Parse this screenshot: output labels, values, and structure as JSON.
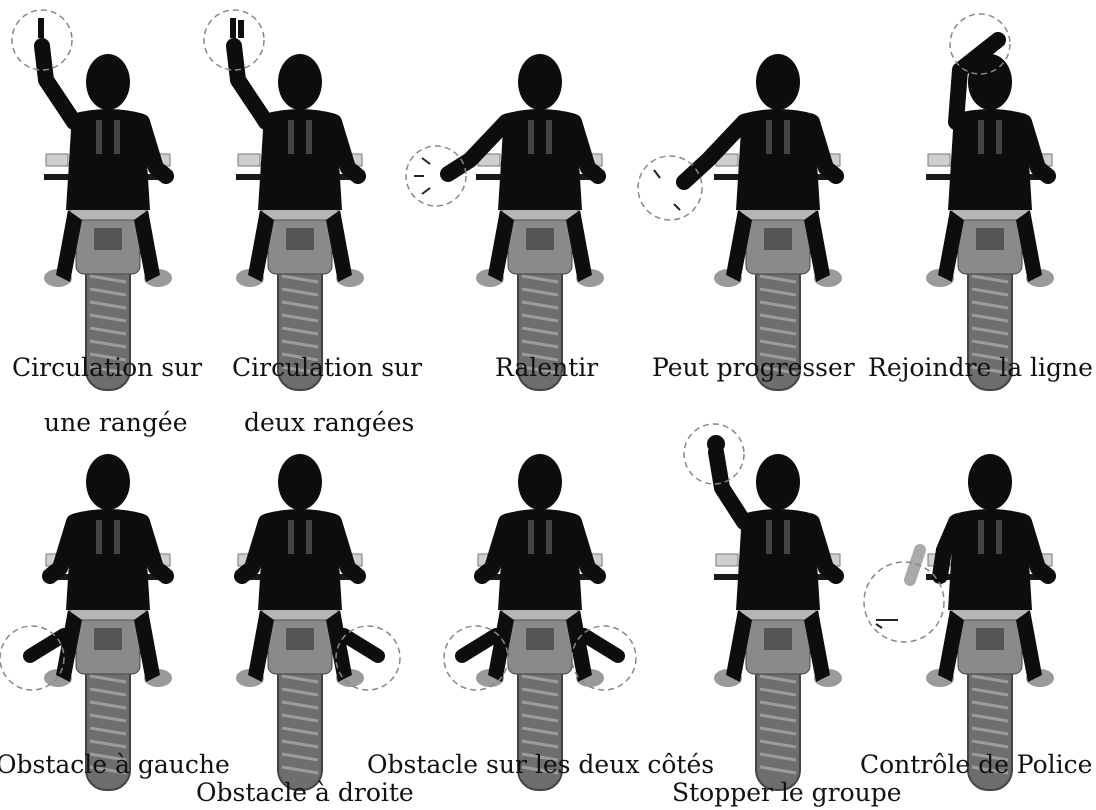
{
  "colors": {
    "ink": "#0d0d0d",
    "bike": "#8a8a8a",
    "tire": "#6e6e6e",
    "halo": "#888888",
    "accent": "#b0201a"
  },
  "signals": [
    {
      "lines": [
        "Circulation sur",
        "une rangée"
      ],
      "gesture": "one-finger-up"
    },
    {
      "lines": [
        "Circulation sur",
        "deux rangées"
      ],
      "gesture": "two-fingers-up"
    },
    {
      "lines": [
        "Ralentir"
      ],
      "gesture": "hand-down-left"
    },
    {
      "lines": [
        "Peut progresser"
      ],
      "gesture": "hand-wave-left"
    },
    {
      "lines": [
        "Rejoindre la ligne"
      ],
      "gesture": "hand-over-head"
    },
    {
      "lines": [
        "Obstacle à gauche"
      ],
      "gesture": "left-foot-out"
    },
    {
      "lines": [
        "Obstacle à droite"
      ],
      "gesture": "right-foot-out"
    },
    {
      "lines": [
        "Obstacle sur les deux côtés"
      ],
      "gesture": "both-feet-out"
    },
    {
      "lines": [
        "Stopper le groupe"
      ],
      "gesture": "fist-raised"
    },
    {
      "lines": [
        "Contrôle de Police"
      ],
      "gesture": "hand-tap-helmet"
    }
  ]
}
